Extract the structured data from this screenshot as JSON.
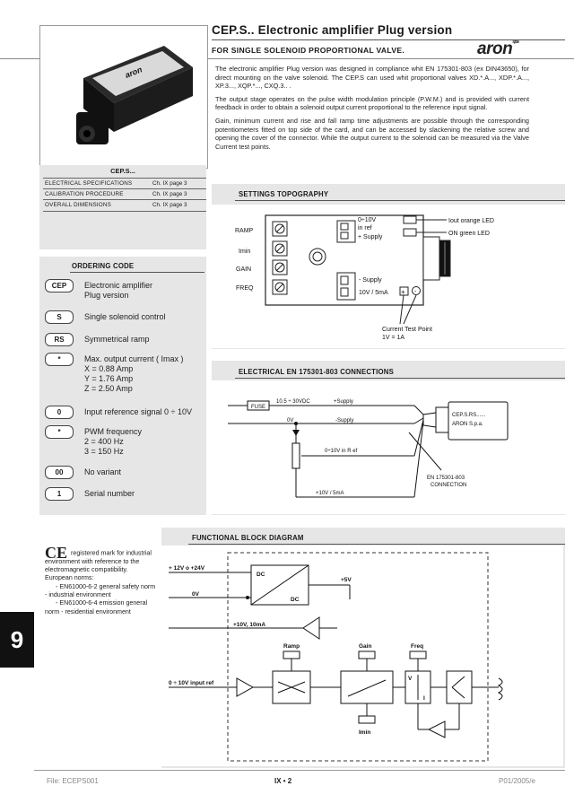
{
  "header": {
    "title_line1": "CEP.S.. Electronic amplifier Plug version",
    "title_line2": "for single solenoid proportional valve.",
    "logo": "aron",
    "logo_sup": "spa"
  },
  "intro": {
    "p1": "The electronic amplifier Plug version was designed in compliance whit EN 175301-803 (ex DIN43650), for direct mounting on the valve solenoid. The CEP.S can used whit proportional valves XD.*.A..., XDP.*.A..., XP.3..., XQP.*..., CXQ.3.. .",
    "p2": "The output stage operates on the pulse width modulation principle (P.W.M.) and is provided with current feedback in order to obtain a solenoid output current proportional to the reference input signal.",
    "p3": "Gain, minimum current and rise and fall ramp time adjustments are possible through the corresponding potentiometers fitted on top side of the card, and can be accessed by slackening the relative screw and opening the cover of the connector. While the output current to the solenoid can be measured via the Valve Current test points."
  },
  "product_label": "aron",
  "cep_table": {
    "title": "CEP.S...",
    "rows": [
      {
        "label": "Electrical specifications",
        "ref": "Ch. IX page 3"
      },
      {
        "label": "Calibration procedure",
        "ref": "Ch. IX page 3"
      },
      {
        "label": "Overall dimensions",
        "ref": "Ch. IX page 3"
      }
    ]
  },
  "ordering": {
    "title": "Ordering code",
    "items": [
      {
        "code": "CEP",
        "lines": [
          "Electronic amplifier",
          "Plug version"
        ]
      },
      {
        "code": "S",
        "lines": [
          "Single solenoid control"
        ]
      },
      {
        "code": "RS",
        "lines": [
          "Symmetrical ramp"
        ]
      },
      {
        "code": "*",
        "lines": [
          "Max. output current ( Imax )",
          "X = 0.88 Amp",
          "Y = 1.76 Amp",
          "Z = 2.50 Amp"
        ]
      },
      {
        "code": "0",
        "lines": [
          "Input reference signal 0 ÷ 10V"
        ]
      },
      {
        "code": "*",
        "lines": [
          "PWM frequency",
          "2 = 400 Hz",
          "3 = 150 Hz"
        ]
      },
      {
        "code": "00",
        "lines": [
          "No variant"
        ]
      },
      {
        "code": "1",
        "lines": [
          "Serial number"
        ]
      }
    ]
  },
  "settings": {
    "title": "Settings topography",
    "pots": [
      "RAMP",
      "Imin",
      "GAIN",
      "FREQ"
    ],
    "terminal_top": [
      "0÷10V",
      "in ref",
      "+ Supply"
    ],
    "terminal_bottom": [
      "- Supply",
      "10V / 5mA"
    ],
    "led1": "Iout  orange LED",
    "led2": "ON   green LED",
    "test_point": "Current Test Point",
    "test_point_scale": "1V = 1A"
  },
  "connections": {
    "title": "Electrical EN 175301-803 connections",
    "fuse": "FUSE",
    "supply_range": "10.5 ÷ 30VDC",
    "plus_supply": "+Supply",
    "minus_supply": "-Supply",
    "zero_v": "0V",
    "ref_label": "0÷10V  in R ef",
    "out_label": "+10V  / 5mA",
    "plug_line1": "CEP.S.RS......",
    "plug_line2": "ARON S.p.a.",
    "std_line1": "EN 175301-803",
    "std_line2": "CONNECTION"
  },
  "ce": {
    "mark": "CE",
    "text": "registered mark for industrial environment with reference to the electromagnetic compatibility. European norms:",
    "norm1": "- EN61000-6-2 general safety norm - industrial environment",
    "norm2": "- EN61000-6-4 emission general norm - residential environment"
  },
  "block_diagram": {
    "title": "Functional block diagram",
    "supply_in": "+ 12V o +24V",
    "zero_v": "0V",
    "dc_top": "DC",
    "dc_bottom": "DC",
    "plus5": "+5V",
    "plus10": "+10V, 10mA",
    "ramp": "Ramp",
    "gain": "Gain",
    "freq": "Freq",
    "imin": "Imin",
    "input_ref": "0 ÷ 10V input ref",
    "v_label": "V",
    "i_label": "I"
  },
  "chapter_tab": "9",
  "footer": {
    "file": "File: ECEPS001",
    "page": "IX • 2",
    "code": "P01/2005/e"
  }
}
